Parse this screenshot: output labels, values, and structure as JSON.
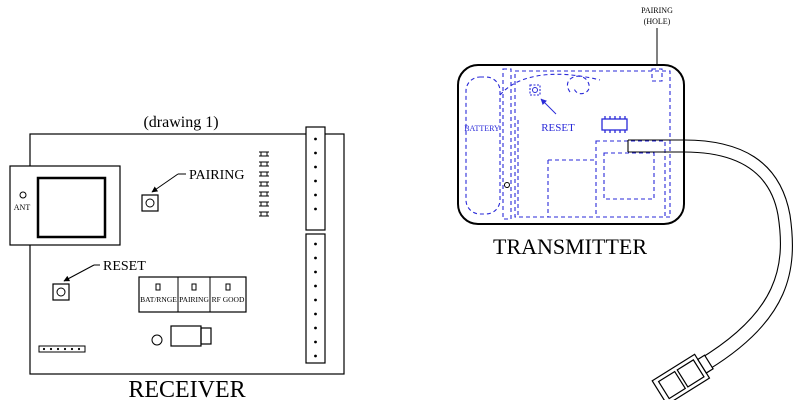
{
  "colors": {
    "line": "#000000",
    "hidden_line": "#2a2ad8",
    "background": "#ffffff"
  },
  "receiver": {
    "drawing_label": "(drawing 1)",
    "title": "RECEIVER",
    "antenna_label": "ANT",
    "pairing_label": "PAIRING",
    "reset_label": "RESET",
    "indicators": [
      "BAT/RNGE",
      "PAIRING",
      "RF GOOD"
    ]
  },
  "transmitter": {
    "title": "TRANSMITTER",
    "pairing_hole_line1": "PAIRING",
    "pairing_hole_line2": "(HOLE)",
    "battery_label": "BATTERY",
    "reset_label": "RESET"
  }
}
